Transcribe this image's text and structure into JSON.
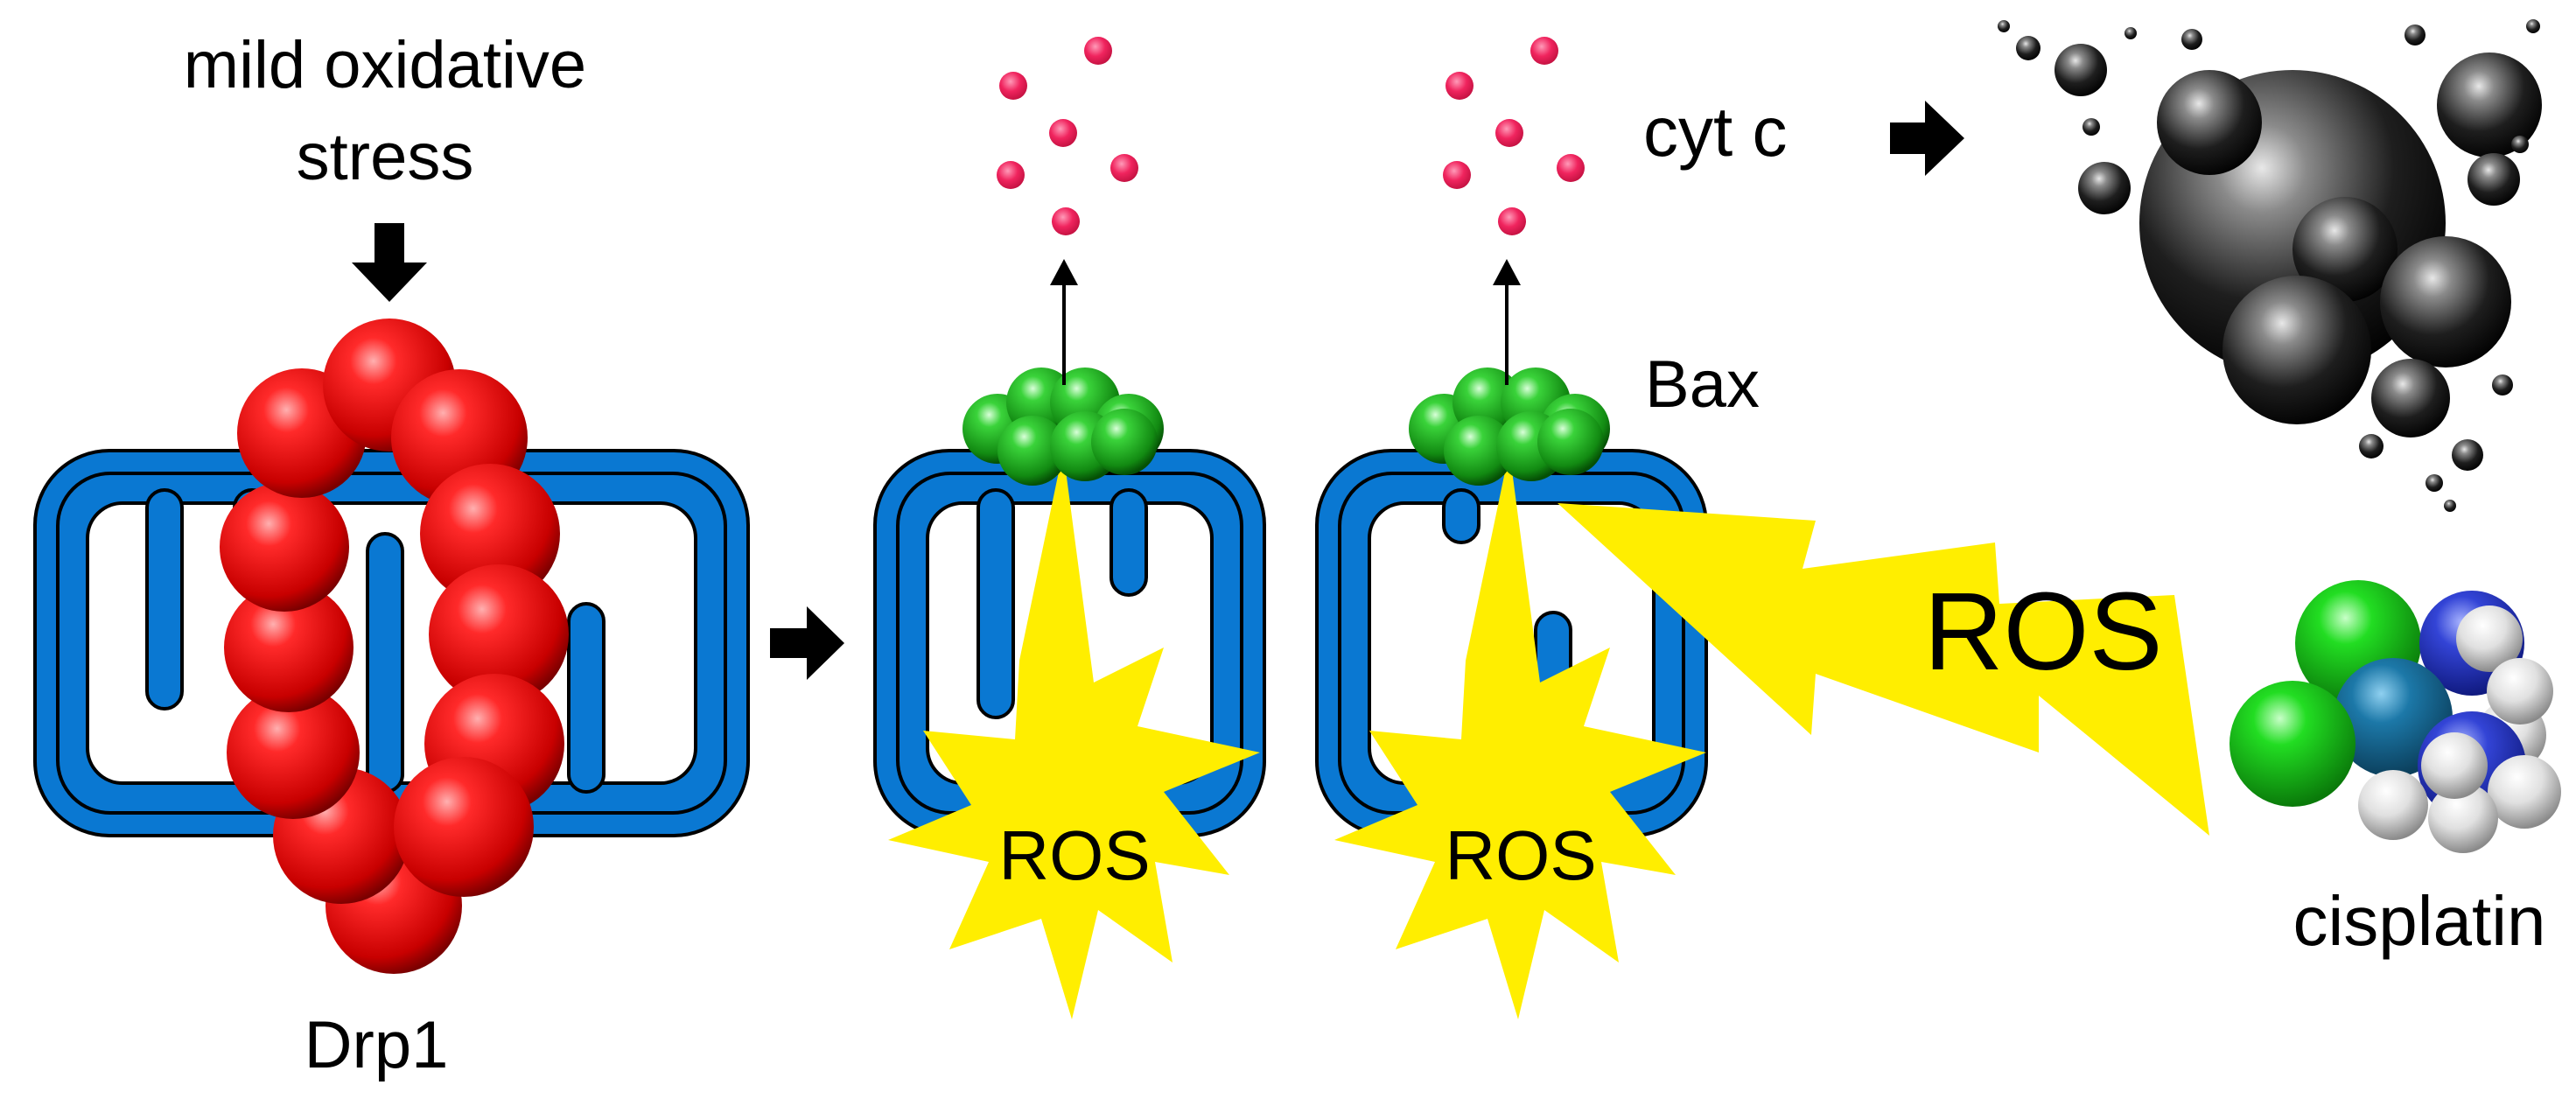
{
  "labels": {
    "stress_line1": "mild oxidative",
    "stress_line2": "stress",
    "drp1": "Drp1",
    "cyt_c": "cyt c",
    "bax": "Bax",
    "ros_burst_1": "ROS",
    "ros_burst_2": "ROS",
    "ros_bolt": "ROS",
    "cisplatin": "cisplatin"
  },
  "colors": {
    "mito_blue": "#0a78d2",
    "drp1_red": "#ee0000",
    "bax_green": "#1fa51f",
    "cytc_pink": "#f0245e",
    "ros_yellow": "#ffee00",
    "apoptotic_black": "#111111",
    "cl_green": "#22cc22",
    "pt_teal": "#1a6f9a",
    "n_blue": "#2a3fc9"
  },
  "icons": {
    "stress_arrow": "down-arrow-icon",
    "step_arrow": "right-arrow-icon",
    "cytc_arrow": "right-arrow-icon",
    "release_arrow": "up-arrow-icon"
  }
}
